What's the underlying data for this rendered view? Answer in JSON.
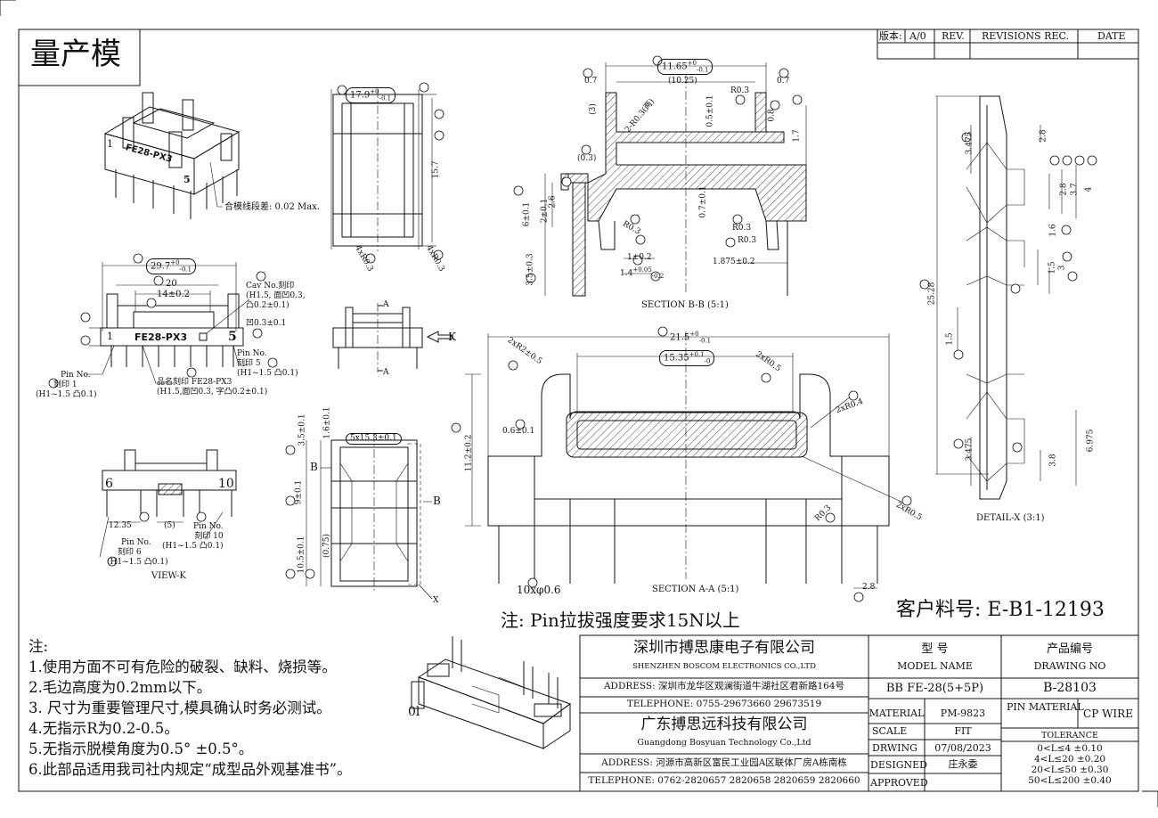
{
  "mode_stamp": "量产模",
  "revision_table": {
    "version_label": "版本:",
    "version_value": "A/0",
    "rev_header": "REV.",
    "revisions_header": "REVISIONS REC.",
    "date_header": "DATE"
  },
  "views": {
    "section_bb": "SECTION B-B (5:1)",
    "section_aa": "SECTION A-A (5:1)",
    "view_k": "VIEW-K",
    "detail_x": "DETAIL-X (3:1)"
  },
  "callouts": {
    "parting_line": "合模线段差: 0.02 Max.",
    "cav_no": [
      "Cav No.刻印",
      "(H1.5, 面凹0.3,",
      "凸0.2±0.1)"
    ],
    "recess": "凹0.3±0.1",
    "pin1": [
      "Pin No.",
      "刻印 1",
      "(H1~1.5 凸0.1)"
    ],
    "pin5": [
      "Pin No.",
      "刻印 5",
      "(H1~1.5 凸0.1)"
    ],
    "part_mark": [
      "品名刻印 FE28-PX3",
      "(H1.5,面凹0.3, 字凸0.2±0.1)"
    ],
    "pin6": [
      "Pin No.",
      "刻印 6",
      "(H1~1.5 凸0.1)"
    ],
    "pin10": [
      "Pin No.",
      "刻印 10",
      "(H1~1.5 凸0.1)"
    ],
    "body_text": "FE28-PX3",
    "pin_one": "1",
    "pin_five": "5",
    "pin_six": "6",
    "pin_ten": "10"
  },
  "dimensions": {
    "d_29_7": "29.7",
    "d_20": "20",
    "d_14": "14±0.2",
    "d_17_9": "17.9",
    "d_15_7": "15.7",
    "d_11_65": "11.65",
    "d_10_25": "(10.25)",
    "d_0_7a": "0.7",
    "d_0_7b": "0.7",
    "d_0_3": "(0.3)",
    "d_2_r03": "2-R0.3(两)",
    "d_3": "(3)",
    "d_0_5": "0.5±0.1",
    "d_r0_3": "R0.3",
    "d_0_8": "0.8",
    "d_1_7": "1.7",
    "d_6": "6±0.1",
    "d_2_0": "2±0.1",
    "d_2_6": "2.6",
    "d_0_7c": "0.7±0.1",
    "d_1_02": "1±0.2",
    "d_1_4": "1.4",
    "d_1_875": "1.875±0.2",
    "d_3_5": "3.5±0.3",
    "d_21_5": "21.5",
    "d_15_35": "15.35",
    "d_11_2": "11.2±0.2",
    "d_0_6": "0.6±0.1",
    "d_2xr05": "2xR0.5",
    "d_2xr02": "2xR2±0.5",
    "d_2xr04": "2xR0.4",
    "d_10x06": "10xφ0.6",
    "d_2_8": "2.8",
    "d_12_35": "12.35",
    "d_5": "(5)",
    "d_3_5b": "3.5±0.1",
    "d_1_6": "1.6±0.1",
    "d_5x15": "5x15.3±0.1",
    "d_9": "9±0.1",
    "d_10_5": "10.5±0.1",
    "d_075": "(0.75)",
    "d_25_28": "25.28",
    "d_3_475a": "3.475",
    "d_3_475b": "3.475",
    "d_6_975": "6.975",
    "d_3_8": "3.8",
    "d_2_8b": "2.8",
    "d_3_7": "3.7",
    "d_4": "4",
    "d_1_5": "1.5",
    "d_4xr03": "4xR0.3",
    "d_3_det": "3",
    "d_1_6b": "1.6"
  },
  "big_note": "注: Pin拉拔强度要求15N以上",
  "customer_part": "客户料号: E-B1-12193",
  "notes": [
    "注:",
    "1.使用方面不可有危险的破裂、缺料、烧损等。",
    "2.毛边高度为0.2mm以下。",
    "3.      尺寸为重要管理尺寸,模具确认时务必测试。",
    "4.无指示R为0.2-0.5。",
    "5.无指示脱模角度为0.5° ±0.5°。",
    "6.此部品适用我司社内规定“成型品外观基准书”。"
  ],
  "title_block": {
    "company_cn": "深圳市搏思康电子有限公司",
    "company_en": "SHENZHEN BOSCOM ELECTRONICS CO.,LTD",
    "address1": "ADDRESS: 深圳市龙华区观澜街道牛湖社区君新路164号",
    "telephone1": "TELEPHONE: 0755-29673660 29673519",
    "company2_cn": "广东搏思远科技有限公司",
    "company2_en": "Guangdong Bosyuan Technology Co.,Ltd",
    "address2": "ADDRESS: 河源市高新区富民工业园A区联体厂房A栋南栋",
    "telephone2": "TELEPHONE: 0762-2820657 2820658 2820659 2820660",
    "model_label_cn": "型  号",
    "model_label_en": "MODEL NAME",
    "model_value": "BB FE-28(5+5P)",
    "drawing_label_cn": "产品编号",
    "drawing_label_en": "DRAWING NO",
    "drawing_value": "B-28103",
    "material_label": "MATERIAL",
    "material_value": "PM-9823",
    "pin_material_label": "PIN MATERIAL",
    "pin_material_value": "CP WIRE",
    "scale_label": "SCALE",
    "scale_value": "FIT",
    "tolerance_label": "TOLERANCE",
    "drwing_label": "DRWING",
    "drwing_value": "07/08/2023",
    "designed_label": "DESIGNED",
    "designed_value": "庄永委",
    "approved_label": "APPROVED",
    "approved_value": "",
    "tolerances": [
      "0<L≤4   ±0.10",
      "4<L≤20  ±0.20",
      "20<L≤50 ±0.30",
      "50<L≤200 ±0.40"
    ]
  }
}
